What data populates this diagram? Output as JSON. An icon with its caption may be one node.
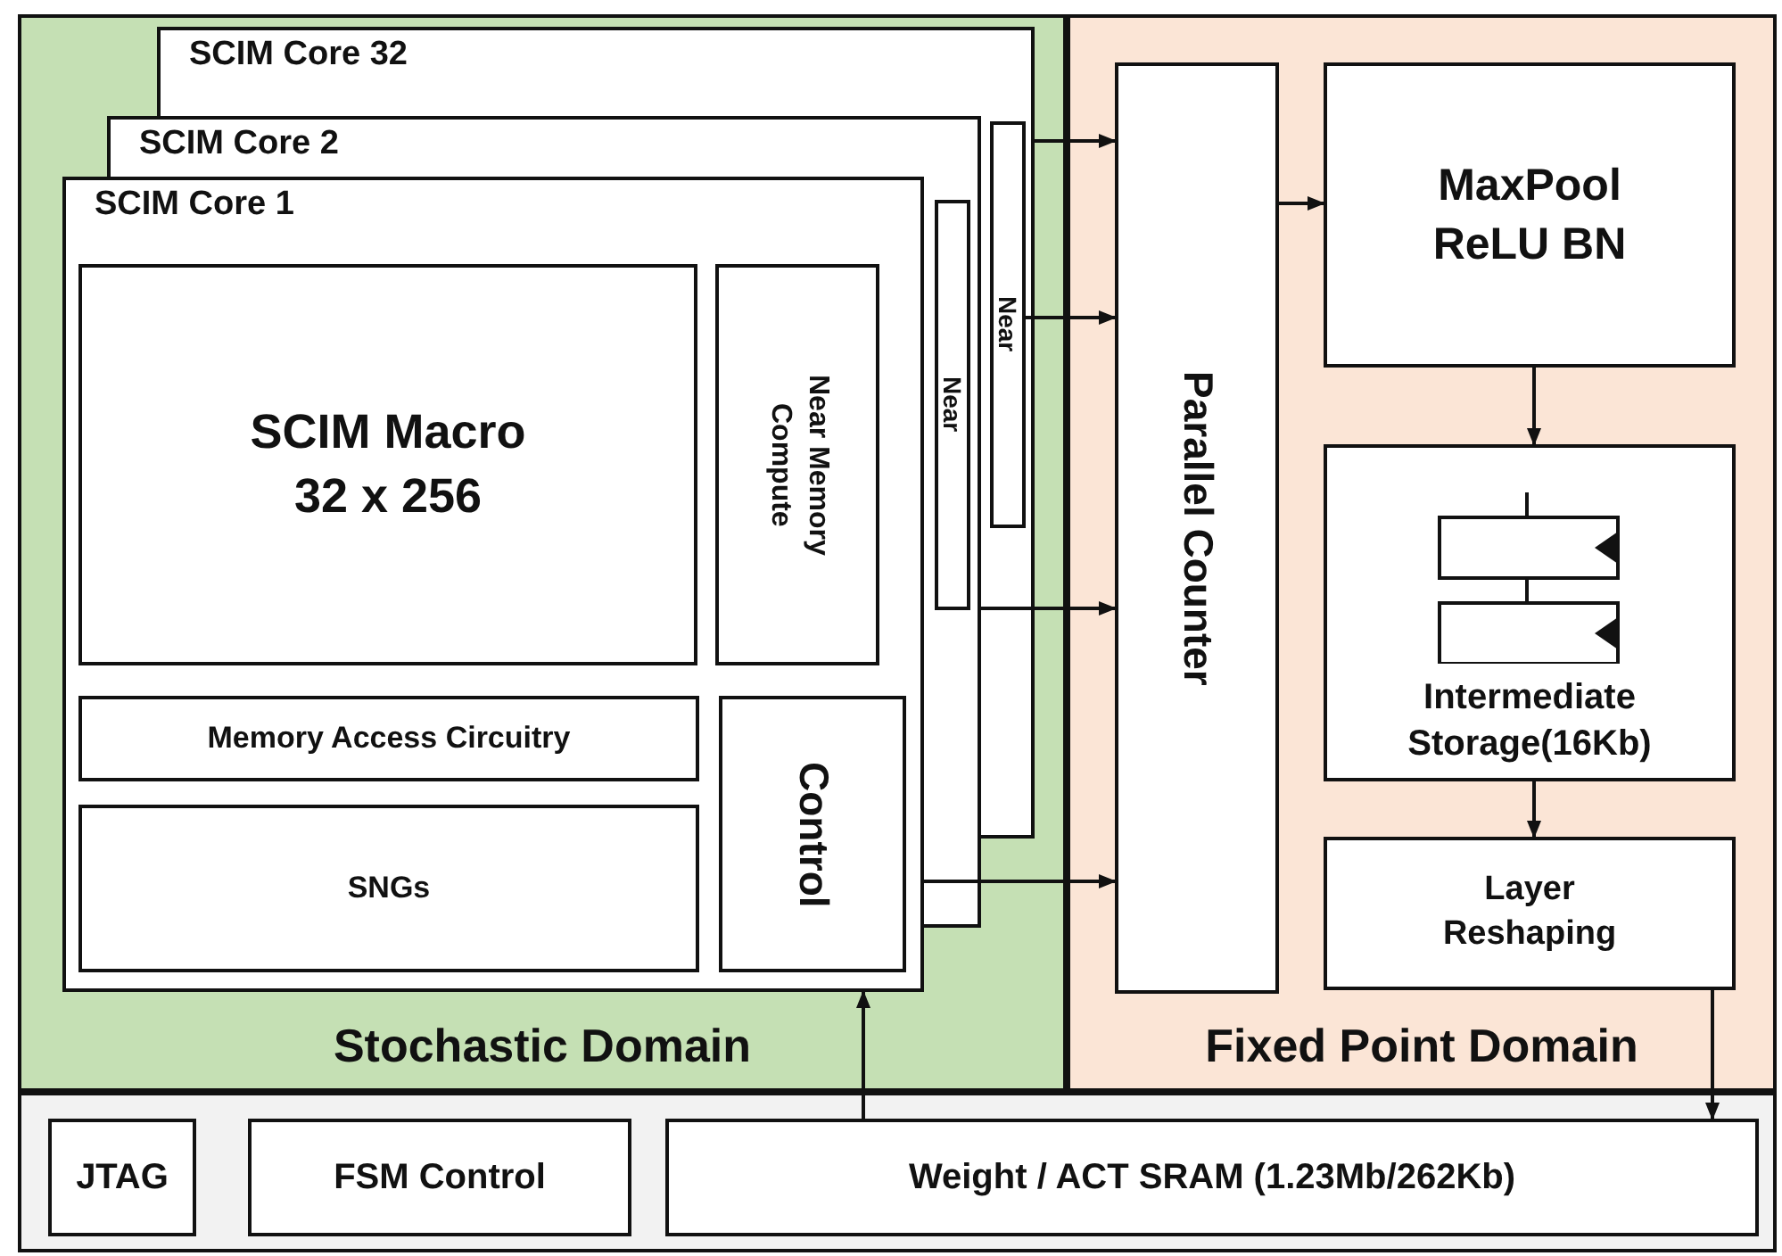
{
  "diagram": {
    "nodes": [
      {
        "text": [
          "Stochastic Domain"
        ]
      },
      {
        "text": [
          "SCIM Core 32"
        ],
        "in": 0
      },
      {
        "text": [
          "Near"
        ],
        "in": 1
      },
      {
        "text": [
          "SCIM Core 2"
        ],
        "in": 0
      },
      {
        "text": [
          "Near"
        ],
        "in": 3
      },
      {
        "text": [
          "SCIM Core 1"
        ],
        "in": 0
      },
      {
        "text": [
          "SCIM Macro 32 x 256"
        ],
        "in": 5
      },
      {
        "text": [
          "Near Memory Compute"
        ]
      },
      {
        "text": [
          "Memory Access Circuitry"
        ],
        "in": 5
      },
      {
        "text": [
          "SNGs"
        ],
        "in": 5
      },
      {
        "text": [
          "Control"
        ],
        "in": 5
      },
      {
        "text": [
          "Fixed Point Domain"
        ]
      },
      {
        "text": [
          "Parallel Counter"
        ],
        "in": 11
      },
      {
        "text": [
          "MaxPool ReLU BN"
        ],
        "in": 11
      },
      {
        "text": [
          "Intermediate Storage(16Kb)"
        ],
        "in": 11
      },
      {
        "text": [
          "Layer Reshaping"
        ],
        "in": 11
      },
      {
        "text": [],
        "shape": "box"
      },
      {
        "text": [
          "JTAG"
        ],
        "in": 16
      },
      {
        "text": [
          "FSM Control"
        ],
        "in": 16
      },
      {
        "text": [
          "Weight / ACT SRAM (1.23Mb/262Kb)"
        ],
        "in": 16
      }
    ],
    "edges": [
      {
        "from": 1,
        "to": 12,
        "arrow": "to"
      },
      {
        "from": 2,
        "to": 12,
        "arrow": "to"
      },
      {
        "from": 3,
        "to": 12,
        "arrow": "to"
      },
      {
        "from": 5,
        "to": 12,
        "arrow": "to"
      },
      {
        "from": 12,
        "to": 13,
        "arrow": "to"
      },
      {
        "from": 13,
        "to": 14,
        "arrow": "to"
      },
      {
        "from": 14,
        "to": 15,
        "arrow": "to"
      },
      {
        "from": 15,
        "to": 19,
        "arrow": "to"
      },
      {
        "from": 19,
        "to": 5,
        "arrow": "to"
      }
    ]
  }
}
